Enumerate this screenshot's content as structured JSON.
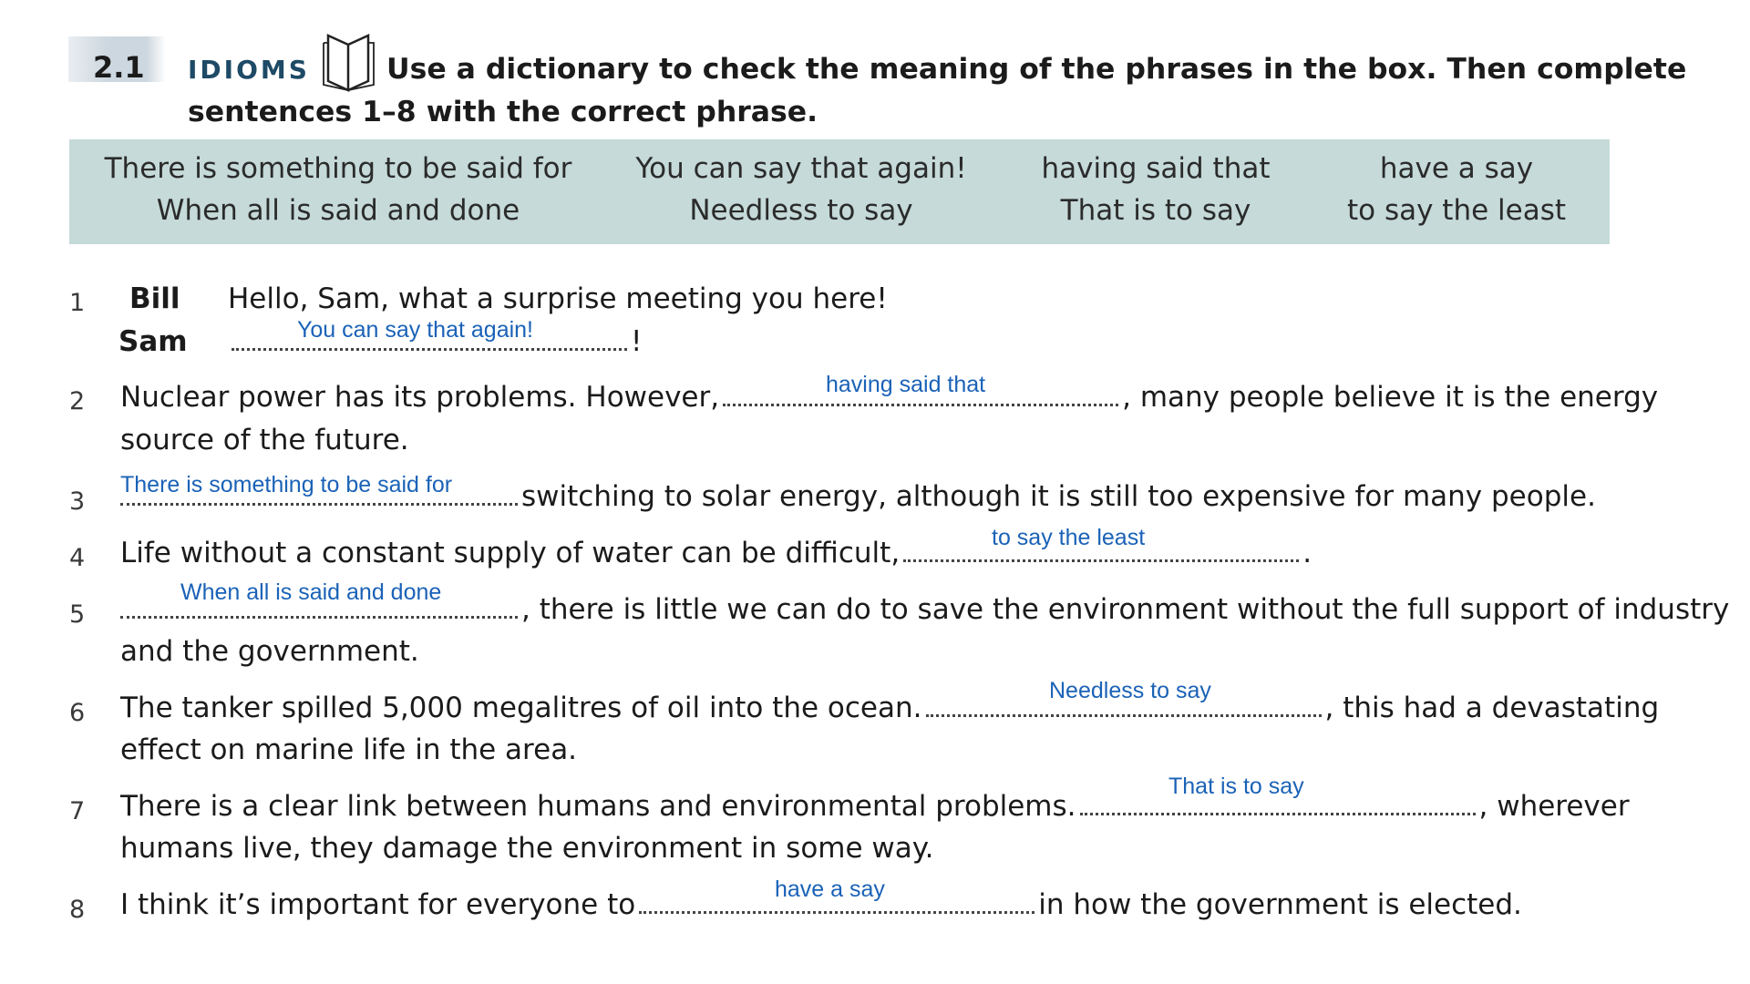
{
  "exercise": {
    "number": "2.1",
    "tag": "IDIOMS",
    "instruction": "Use a dictionary to check the meaning of the phrases in the box. Then complete sentences 1–8 with the correct phrase."
  },
  "phrase_box": {
    "row1": [
      "There is something to be said for",
      "You can say that again!",
      "having said that",
      "have a say"
    ],
    "row2": [
      "When all is said and done",
      "Needless to say",
      "That is to say",
      "to say the least"
    ]
  },
  "items": [
    {
      "num": "1",
      "speaker1": "Bill",
      "line1": "Hello, Sam, what a surprise meeting you here!",
      "speaker2": "Sam",
      "after": "!",
      "answer": "You can say that again!"
    },
    {
      "num": "2",
      "before": "Nuclear power has its problems. However,",
      "after": ", many people believe it is the energy",
      "cont": "source of the future.",
      "answer": "having said that"
    },
    {
      "num": "3",
      "after": "switching to solar energy, although it is still too expensive for many people.",
      "answer": "There is something to be said for"
    },
    {
      "num": "4",
      "before": "Life without a constant supply of water can be difficult,",
      "after": ".",
      "answer": "to say the least"
    },
    {
      "num": "5",
      "after": ", there is little we can do to save the environment without the full support of industry",
      "cont": "and the government.",
      "answer": "When all is said and done"
    },
    {
      "num": "6",
      "before": "The tanker spilled 5,000 megalitres of oil into the ocean.",
      "after": ", this had a devastating",
      "cont": "effect on marine life in the area.",
      "answer": "Needless to say"
    },
    {
      "num": "7",
      "before": "There is a clear link between humans and environmental problems.",
      "after": ", wherever",
      "cont": "humans live, they damage the environment in some way.",
      "answer": "That is to say"
    },
    {
      "num": "8",
      "before": "I think it’s important for everyone to",
      "after": "in how the government is elected.",
      "answer": "have a say"
    }
  ]
}
